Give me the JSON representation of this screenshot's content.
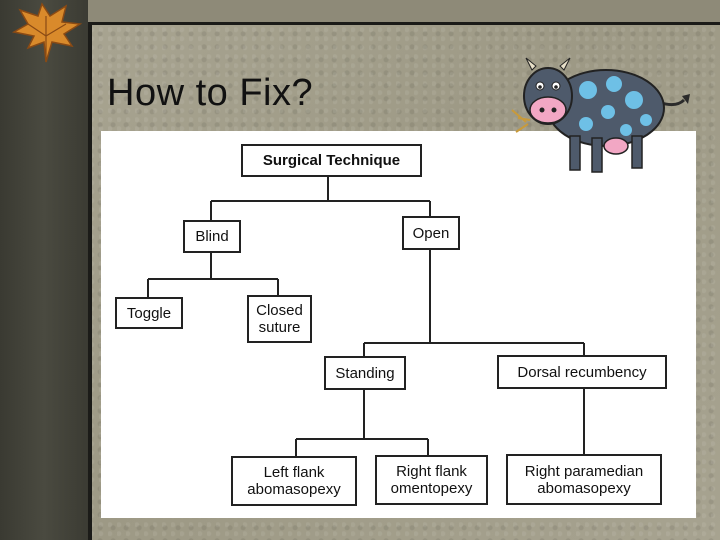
{
  "slide": {
    "title": "How to Fix?"
  },
  "diagram": {
    "root": "Surgical Technique",
    "blind": "Blind",
    "open": "Open",
    "toggle": "Toggle",
    "closed_suture": "Closed\nsuture",
    "standing": "Standing",
    "dorsal_recumbency": "Dorsal recumbency",
    "left_flank": "Left flank\nabomasopexy",
    "right_flank": "Right flank\nomentopexy",
    "right_paramedian": "Right paramedian\nabomasopexy"
  },
  "colors": {
    "background": "#a39f8e",
    "left_bar": "#3a3a32",
    "panel": "#ffffff",
    "cow_spots": "#6ec0e6",
    "cow_body": "#4e5a6b"
  },
  "icons": [
    "autumn-leaf-icon",
    "cow-clipart"
  ]
}
